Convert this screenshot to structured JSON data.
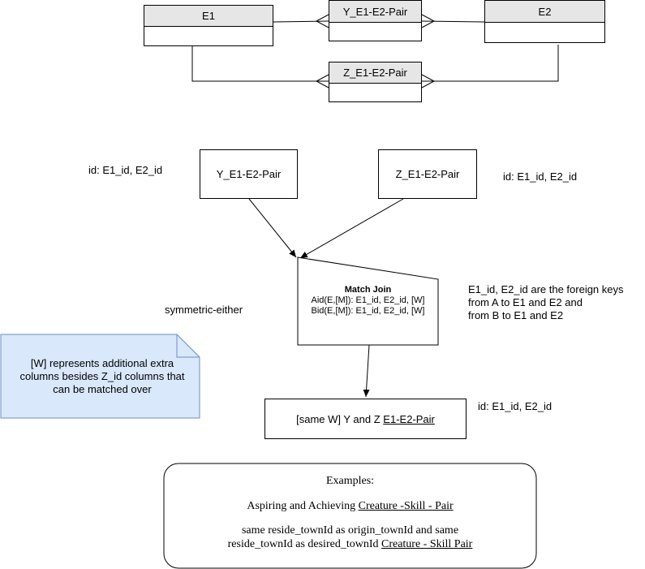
{
  "er": {
    "e1_label": "E1",
    "e2_label": "E2",
    "y_pair_label": "Y_E1-E2-Pair",
    "z_pair_label": "Z_E1-E2-Pair"
  },
  "flow": {
    "y_node": "Y_E1-E2-Pair",
    "z_node": "Z_E1-E2-Pair",
    "y_id_note": "id: E1_id, E2_id",
    "z_id_note": "id: E1_id, E2_id",
    "match_join": {
      "title": "Match Join",
      "line1": "Aid(E,[M]): E1_id, E2_id, [W]",
      "line2": "Bid(E,[M]): E1_id, E2_id, [W]"
    },
    "symmetric_label": "symmetric-either",
    "fk_note": [
      "E1_id, E2_id are the foreign keys",
      "from A to E1 and E2 and",
      "from B to E1 and E2"
    ],
    "w_note": [
      "[W]  represents additional extra",
      "columns besides Z_id columns that",
      "can be matched over"
    ],
    "result_prefix": "[same W] Y and Z ",
    "result_underlined": "E1-E2-Pair",
    "result_id_note": "id: E1_id, E2_id"
  },
  "examples": {
    "heading": "Examples:",
    "ex1_prefix": "Aspiring and Achieving ",
    "ex1_underlined": "Creature -Skill - Pair",
    "ex2_line1": "same reside_townId as origin_townId and same",
    "ex2_line2_prefix": "reside_townId as desired_townId ",
    "ex2_line2_underlined": "Creature - Skill Pair"
  },
  "colors": {
    "entity_header": "#e6e6e6",
    "note_fill": "#dae8fc",
    "note_stroke": "#6c8ebf",
    "line": "#000000"
  }
}
